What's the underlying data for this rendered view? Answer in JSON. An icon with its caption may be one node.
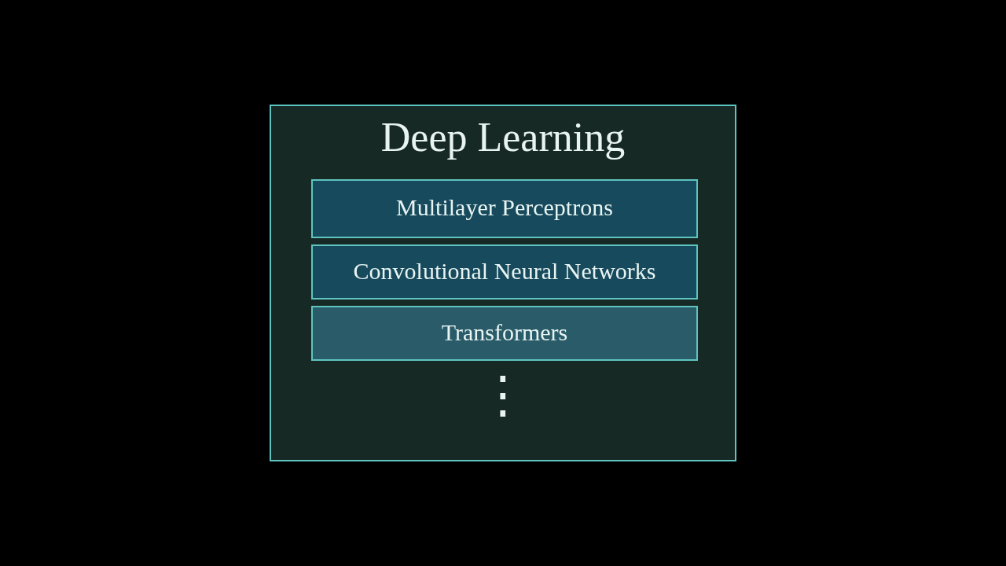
{
  "diagram": {
    "nodes": [
      {
        "text": [
          "Deep Learning"
        ]
      },
      {
        "text": [
          "Multilayer Perceptrons"
        ],
        "in": 0
      },
      {
        "text": [
          "Convolutional Neural Networks"
        ],
        "in": 0
      },
      {
        "text": [
          "Transformers"
        ],
        "in": 0
      }
    ],
    "labels": [
      "⋮"
    ]
  }
}
